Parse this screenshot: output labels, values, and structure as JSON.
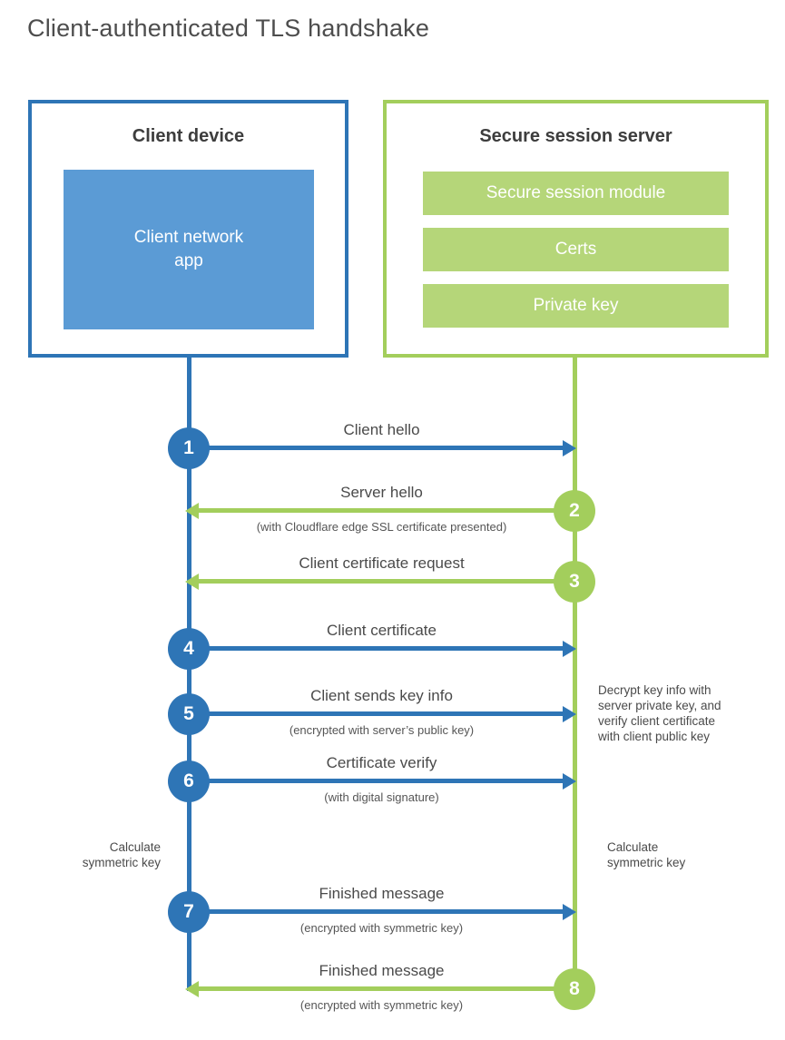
{
  "title": "Client-authenticated TLS handshake",
  "colors": {
    "client_blue": "#2e75b6",
    "client_fill_blue": "#5b9bd5",
    "server_green": "#a3ce5c",
    "server_fill_green": "#b5d679",
    "heading_text": "#3d3d3d",
    "label_text": "#4a4a4a"
  },
  "client": {
    "title": "Client device",
    "app": "Client network app"
  },
  "server": {
    "title": "Secure session server",
    "modules": [
      "Secure session module",
      "Certs",
      "Private key"
    ]
  },
  "steps": [
    {
      "number": "1",
      "label": "Client hello",
      "sublabel": "",
      "direction": "client-to-server",
      "color": "blue"
    },
    {
      "number": "2",
      "label": "Server hello",
      "sublabel": "(with Cloudflare edge SSL certificate presented)",
      "direction": "server-to-client",
      "color": "green"
    },
    {
      "number": "3",
      "label": "Client certificate request",
      "sublabel": "",
      "direction": "server-to-client",
      "color": "green"
    },
    {
      "number": "4",
      "label": "Client certificate",
      "sublabel": "",
      "direction": "client-to-server",
      "color": "blue"
    },
    {
      "number": "5",
      "label": "Client sends key info",
      "sublabel": "(encrypted with server’s public key)",
      "direction": "client-to-server",
      "color": "blue"
    },
    {
      "number": "6",
      "label": "Certificate verify",
      "sublabel": "(with digital signature)",
      "direction": "client-to-server",
      "color": "blue"
    },
    {
      "number": "7",
      "label": "Finished message",
      "sublabel": "(encrypted with symmetric key)",
      "direction": "client-to-server",
      "color": "blue"
    },
    {
      "number": "8",
      "label": "Finished message",
      "sublabel": "(encrypted with symmetric key)",
      "direction": "server-to-client",
      "color": "green"
    }
  ],
  "annotations": {
    "decrypt_note": {
      "lines": [
        "Decrypt key info with",
        "server private key, and",
        "verify client certificate",
        "with client public key"
      ]
    },
    "calc_left": {
      "lines": [
        "Calculate",
        "symmetric key"
      ]
    },
    "calc_right": {
      "lines": [
        "Calculate",
        "symmetric key"
      ]
    }
  }
}
